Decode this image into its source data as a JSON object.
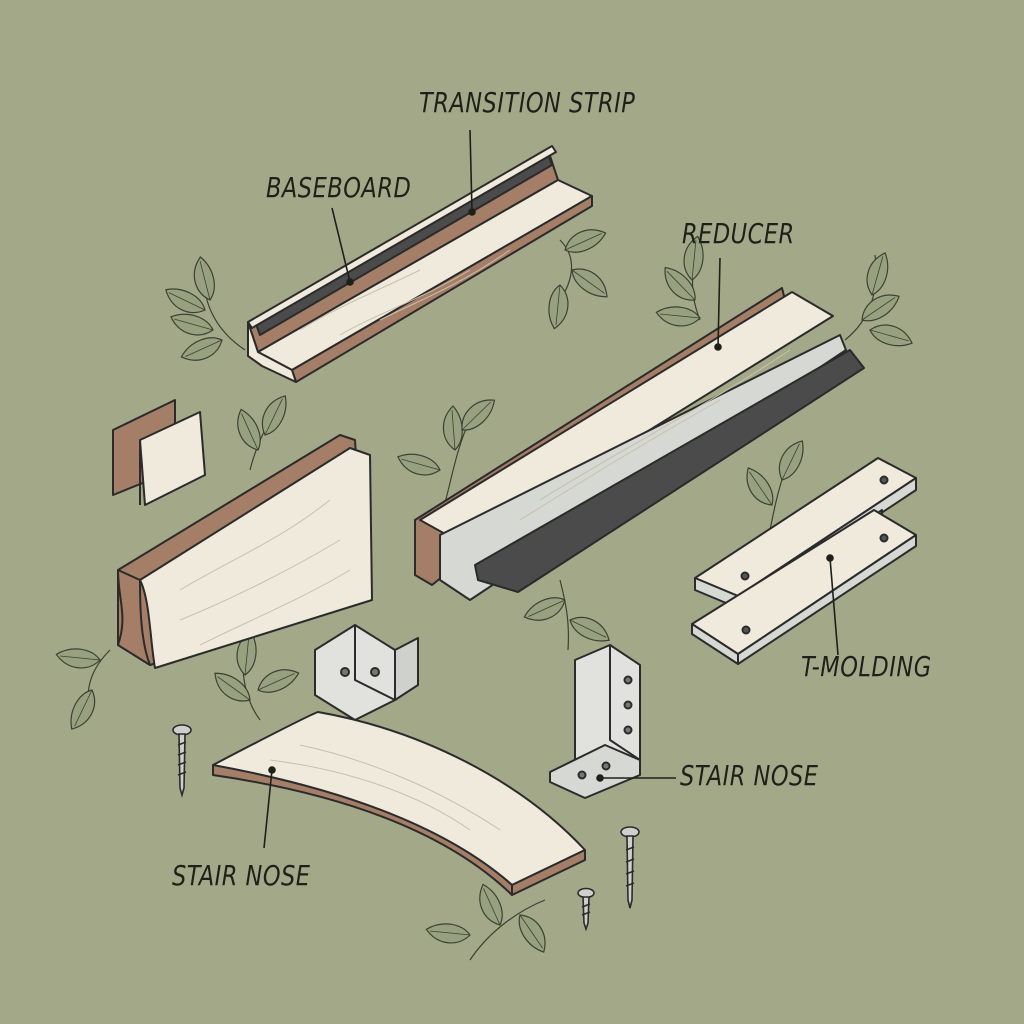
{
  "palette": {
    "background": "#a3a889",
    "wood_face": "#efeadc",
    "wood_edge": "#a57e67",
    "metal": "#d6d8d4",
    "rubber": "#4b4b4b",
    "line": "#2b2b2b",
    "leaf": "#8f9878"
  },
  "labels": {
    "transition_strip": "TRANSITION STRIP",
    "baseboard": "BASEBOARD",
    "reducer": "REDUCER",
    "t_molding": "T-MOLDING",
    "stair_nose_bracket": "STAIR NOSE",
    "stair_nose_board": "STAIR NOSE"
  }
}
